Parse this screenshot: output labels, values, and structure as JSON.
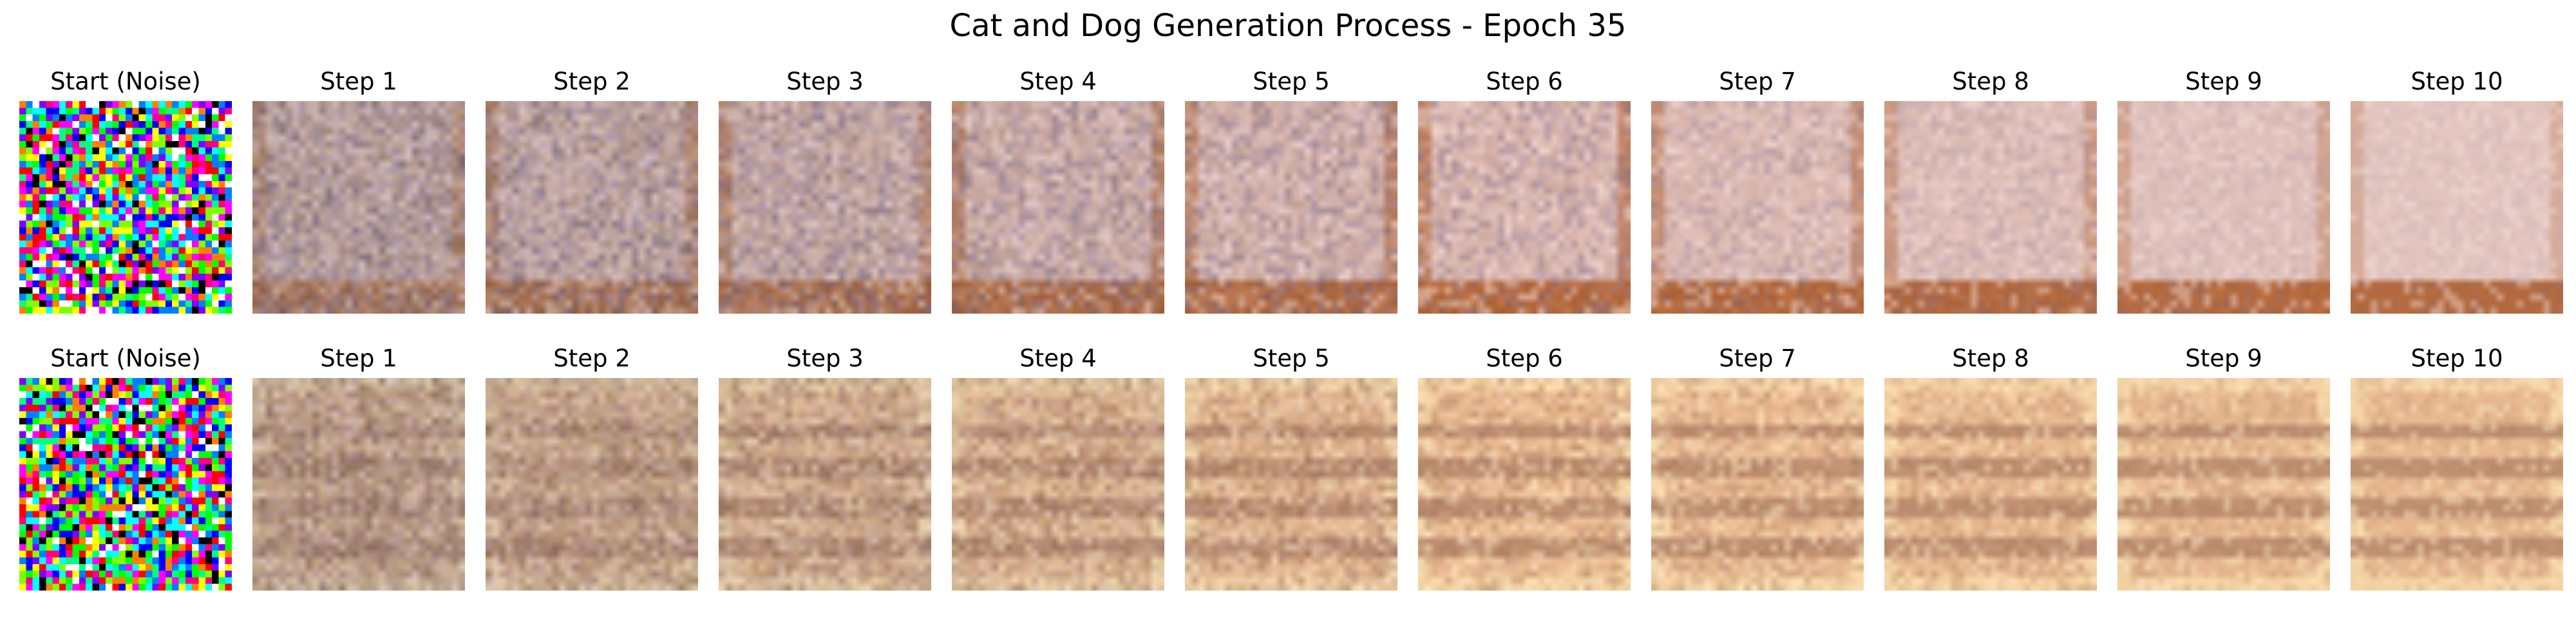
{
  "figure": {
    "title": "Cat and Dog Generation Process - Epoch 35"
  },
  "rows": [
    {
      "panels": [
        {
          "title": "Start (Noise)",
          "kind": "noise"
        },
        {
          "title": "Step 1"
        },
        {
          "title": "Step 2"
        },
        {
          "title": "Step 3"
        },
        {
          "title": "Step 4"
        },
        {
          "title": "Step 5"
        },
        {
          "title": "Step 6"
        },
        {
          "title": "Step 7"
        },
        {
          "title": "Step 8"
        },
        {
          "title": "Step 9"
        },
        {
          "title": "Step 10"
        }
      ],
      "palette": {
        "base": "#d8b4ac",
        "border": "#b46a3e",
        "texture": "#7a6f95",
        "highlight": "#f2dcd8"
      }
    },
    {
      "panels": [
        {
          "title": "Start (Noise)",
          "kind": "noise"
        },
        {
          "title": "Step 1"
        },
        {
          "title": "Step 2"
        },
        {
          "title": "Step 3"
        },
        {
          "title": "Step 4"
        },
        {
          "title": "Step 5"
        },
        {
          "title": "Step 6"
        },
        {
          "title": "Step 7"
        },
        {
          "title": "Step 8"
        },
        {
          "title": "Step 9"
        },
        {
          "title": "Step 10"
        }
      ],
      "palette": {
        "base": "#e8b990",
        "border": "#f4d3a4",
        "texture": "#a0705a",
        "highlight": "#fae6c0"
      }
    }
  ]
}
